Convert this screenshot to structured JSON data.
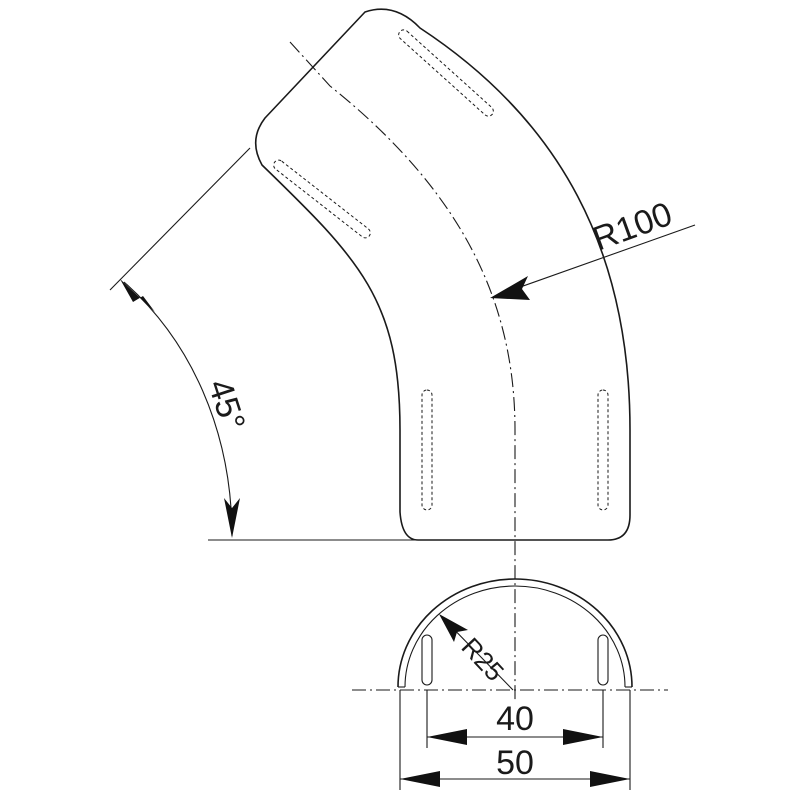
{
  "drawing": {
    "angle_label": "45°",
    "bend_radius_label": "R100",
    "section_radius_label": "R25",
    "inner_width_label": "40",
    "outer_width_label": "50"
  }
}
